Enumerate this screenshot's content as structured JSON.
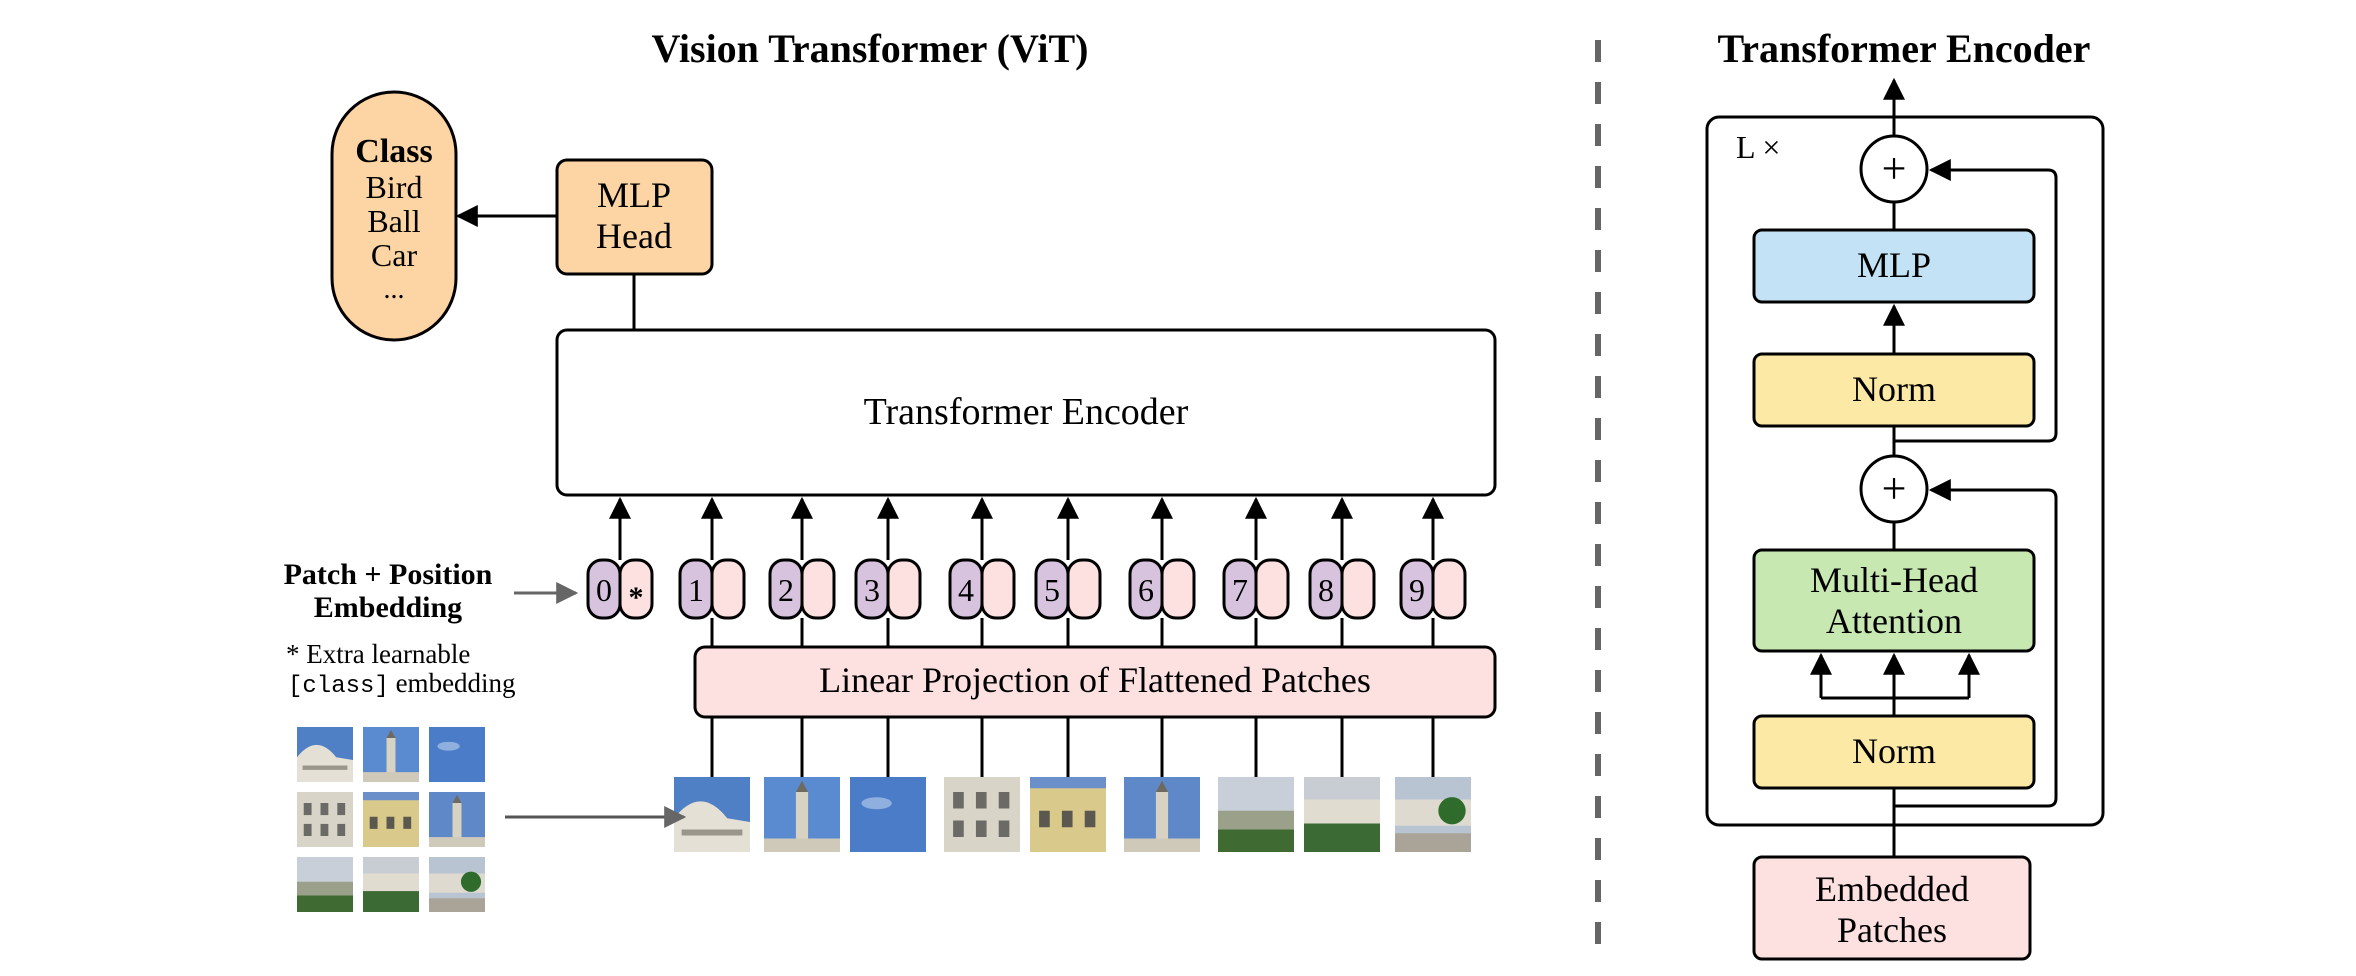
{
  "vit": {
    "title": "Vision Transformer (ViT)",
    "class_box": {
      "heading": "Class",
      "items": [
        "Bird",
        "Ball",
        "Car",
        "..."
      ]
    },
    "mlp_head": {
      "line1": "MLP",
      "line2": "Head"
    },
    "encoder_label": "Transformer Encoder",
    "patch_position": {
      "line1": "Patch + Position",
      "line2": "Embedding"
    },
    "extra_note": {
      "line1": "* Extra learnable",
      "line2_mono": "[class]",
      "line2_rest": " embedding"
    },
    "projection_label": "Linear Projection of Flattened Patches",
    "tokens": [
      {
        "position": "0",
        "embedding": "*"
      },
      {
        "position": "1",
        "embedding": ""
      },
      {
        "position": "2",
        "embedding": ""
      },
      {
        "position": "3",
        "embedding": ""
      },
      {
        "position": "4",
        "embedding": ""
      },
      {
        "position": "5",
        "embedding": ""
      },
      {
        "position": "6",
        "embedding": ""
      },
      {
        "position": "7",
        "embedding": ""
      },
      {
        "position": "8",
        "embedding": ""
      },
      {
        "position": "9",
        "embedding": ""
      }
    ],
    "patch_thumbnails": [
      {
        "sky": "#4f7fc4",
        "subject": "building"
      },
      {
        "sky": "#5a8bd0",
        "subject": "tower"
      },
      {
        "sky": "#4a7cc8",
        "subject": "sky"
      },
      {
        "sky": "#c9c2b4",
        "subject": "facade"
      },
      {
        "sky": "#6b90c9",
        "subject": "facade-yellow"
      },
      {
        "sky": "#5f88c8",
        "subject": "tower"
      },
      {
        "sky": "#c8cfd8",
        "subject": "street"
      },
      {
        "sky": "#c8cdd4",
        "subject": "hedge"
      },
      {
        "sky": "#b9c4d2",
        "subject": "tree"
      }
    ]
  },
  "encoder_detail": {
    "title": "Transformer Encoder",
    "repeat_label": "L ×",
    "plus_symbol": "+",
    "mlp": "MLP",
    "norm_top": "Norm",
    "attention": {
      "line1": "Multi-Head",
      "line2": "Attention"
    },
    "norm_bottom": "Norm",
    "embedded": {
      "line1": "Embedded",
      "line2": "Patches"
    }
  },
  "colors": {
    "class_fill": "#fdd4a3",
    "mlp_head_fill": "#fdd4a3",
    "position_fill": "#d8c3df",
    "embedding_fill": "#fde0e0",
    "projection_fill": "#fde0e0",
    "mlp_fill": "#c3e2f5",
    "norm_fill": "#fde9a6",
    "attention_fill": "#c7e8b0",
    "embedded_fill": "#fde0e0",
    "stroke": "#000000",
    "gray_arrow": "#666666",
    "divider": "#666666"
  }
}
